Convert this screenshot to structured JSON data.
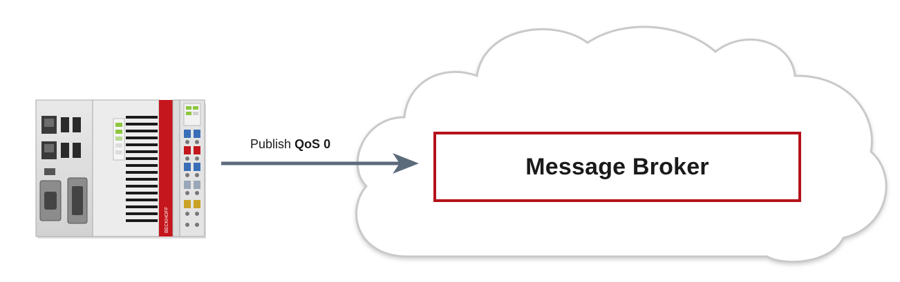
{
  "diagram": {
    "connector_label_prefix": "Publish",
    "connector_label_qos": "QoS 0",
    "broker_label": "Message Broker",
    "device_brand": "BECKHOFF",
    "colors": {
      "broker_border": "#b5121b",
      "arrow": "#5c6b7c",
      "cloud_outline": "#c8c8c8",
      "device_accent": "#c4161c"
    },
    "nodes": [
      {
        "id": "controller",
        "kind": "plc-device",
        "icon": "industrial-pc-icon"
      },
      {
        "id": "cloud",
        "kind": "cloud",
        "icon": "cloud-icon"
      },
      {
        "id": "broker",
        "kind": "box",
        "label_key": "broker_label"
      }
    ],
    "edges": [
      {
        "from": "controller",
        "to": "broker",
        "label": "Publish QoS 0",
        "style": "arrow"
      }
    ]
  }
}
